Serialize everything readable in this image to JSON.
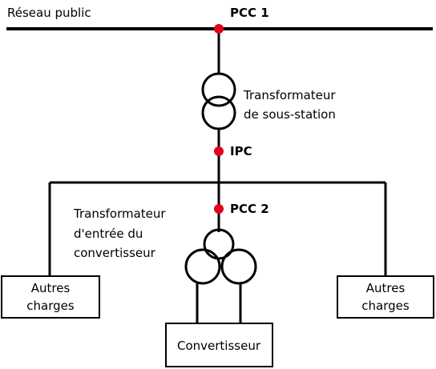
{
  "colors": {
    "point": "#e2001a",
    "line": "#000000",
    "background": "#ffffff"
  },
  "grid_label": "Réseau public",
  "points": {
    "pcc1": "PCC 1",
    "ipc": "IPC",
    "pcc2": "PCC 2"
  },
  "substation_transformer": {
    "line1": "Transformateur",
    "line2": "de sous-station"
  },
  "converter_transformer": {
    "line1": "Transformateur",
    "line2": "d'entrée du",
    "line3": "convertisseur"
  },
  "left_load": {
    "line1": "Autres",
    "line2": "charges"
  },
  "right_load": {
    "line1": "Autres",
    "line2": "charges"
  },
  "converter": "Convertisseur"
}
